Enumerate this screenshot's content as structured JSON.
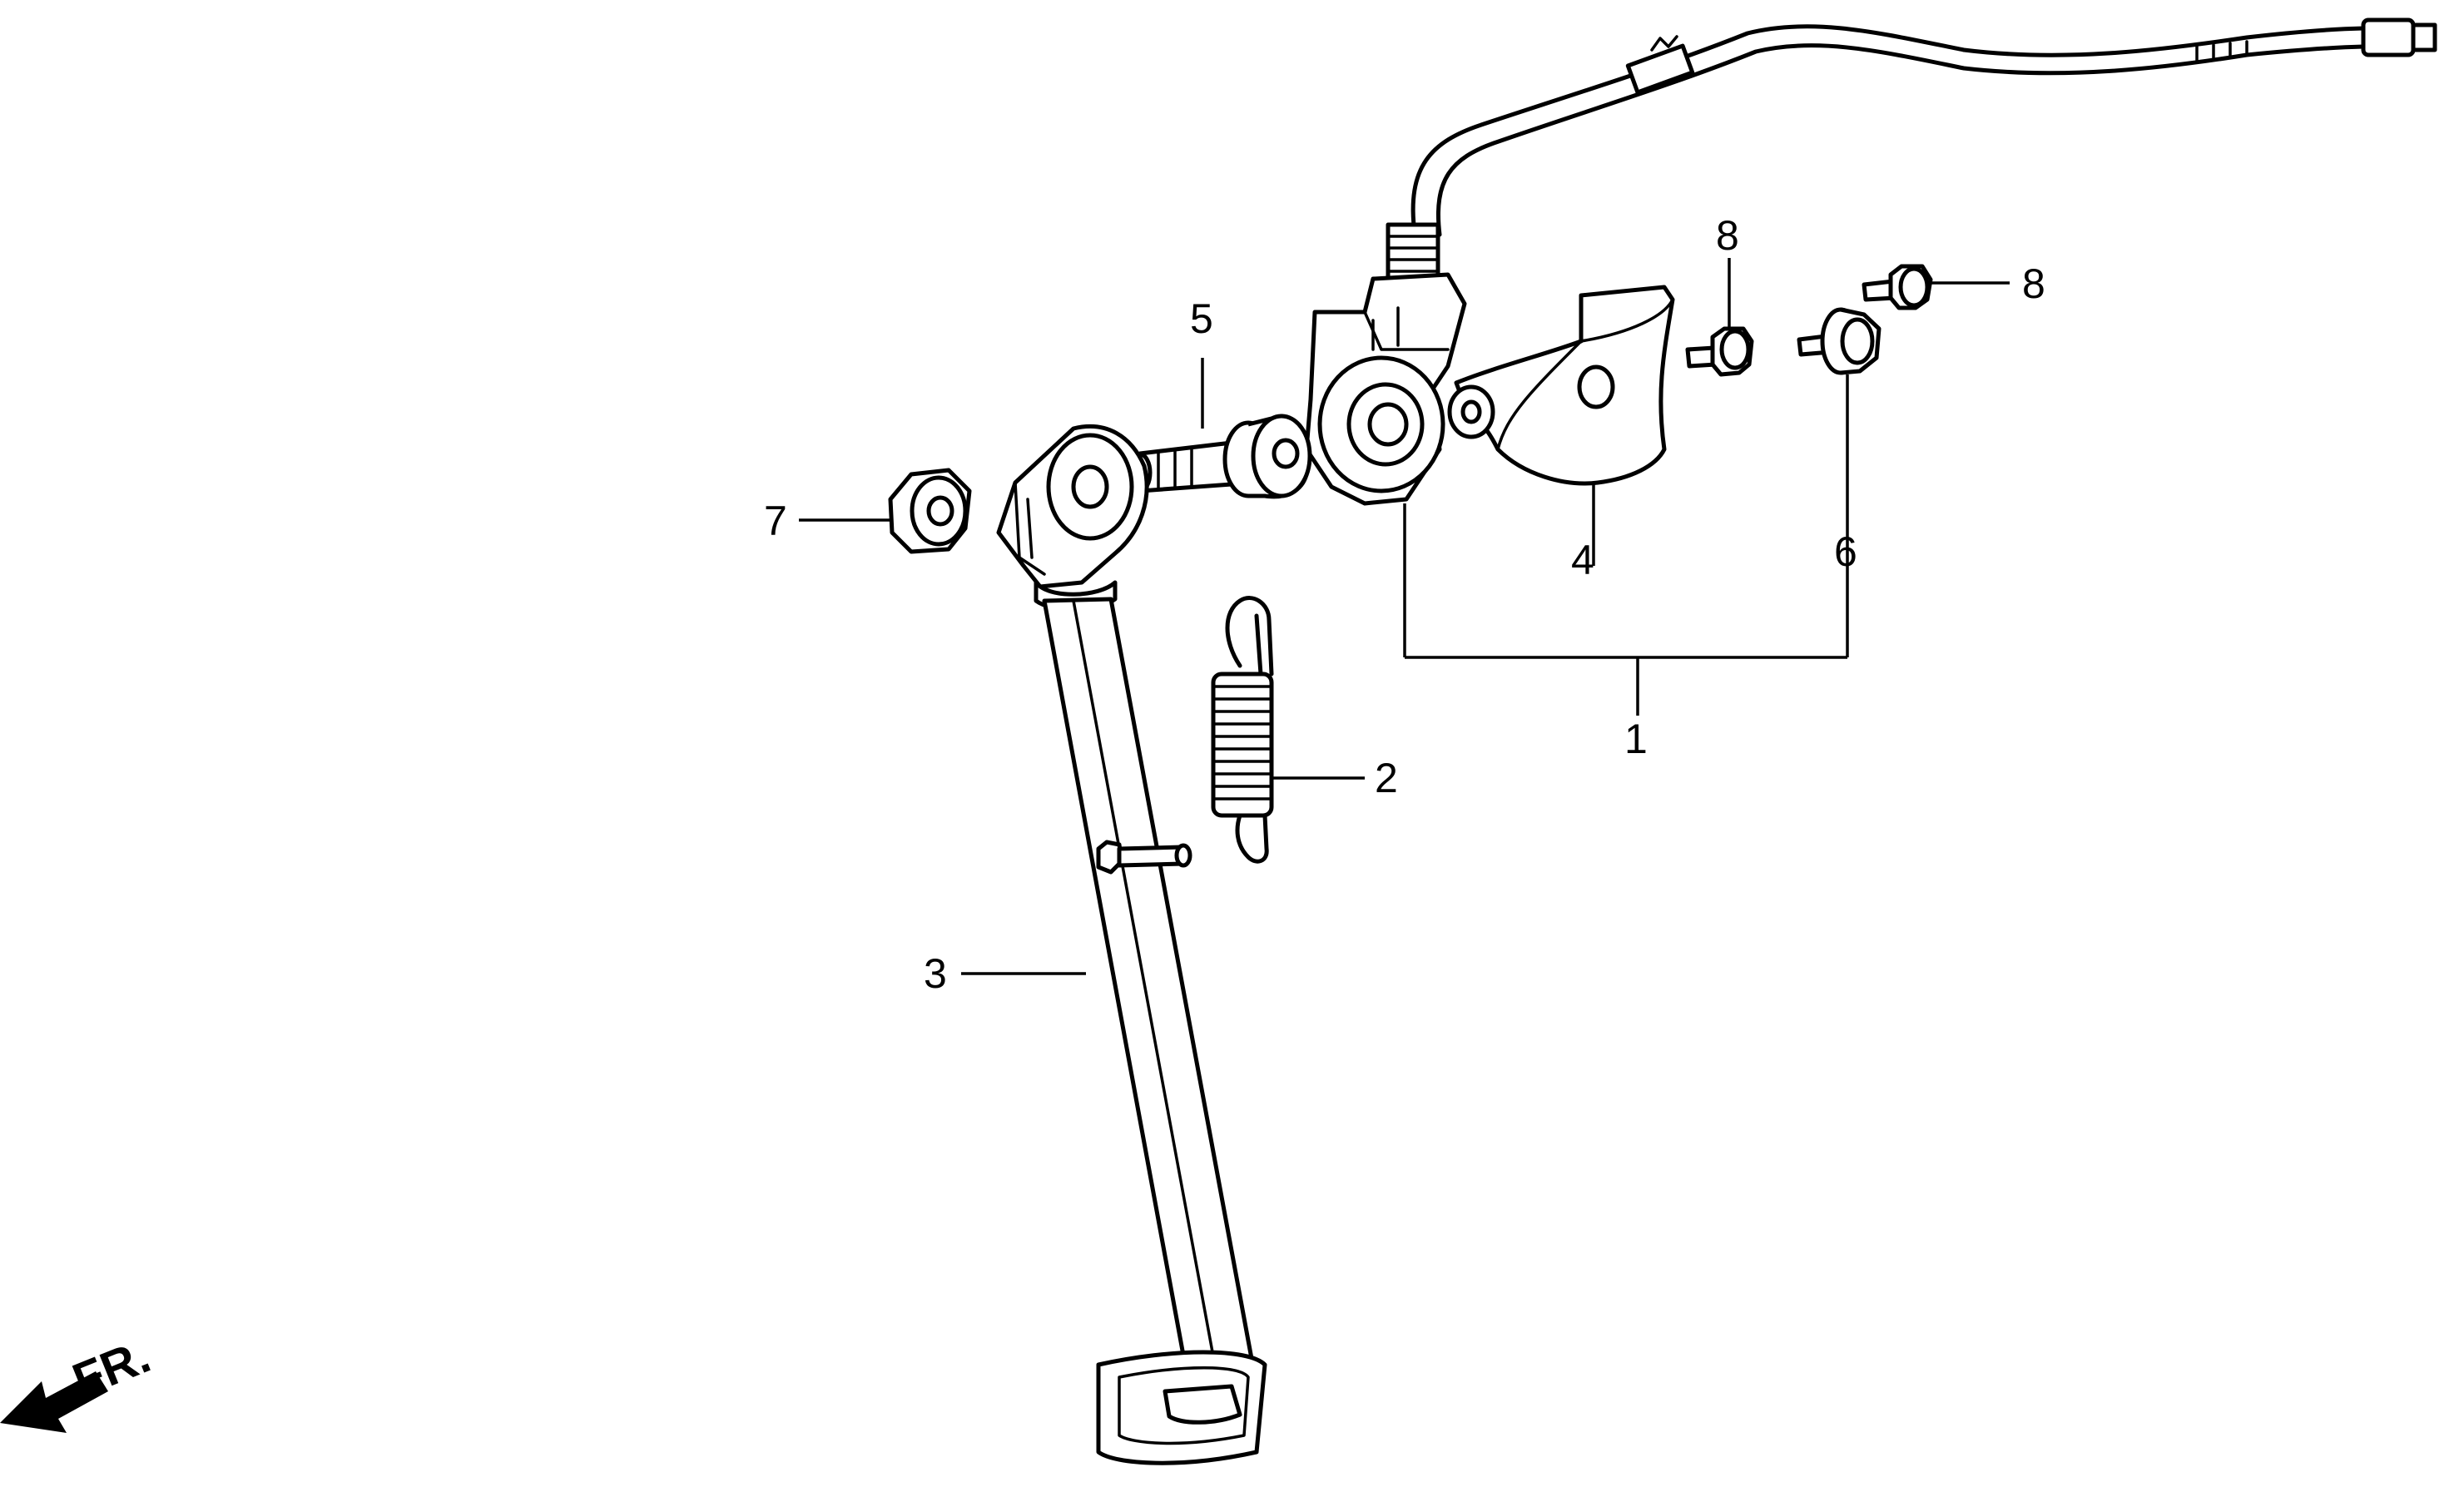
{
  "callouts": {
    "c1": "1",
    "c2": "2",
    "c3": "3",
    "c4": "4",
    "c5": "5",
    "c6": "6",
    "c7": "7",
    "c8a": "8",
    "c8b": "8"
  },
  "direction_label": "FR."
}
